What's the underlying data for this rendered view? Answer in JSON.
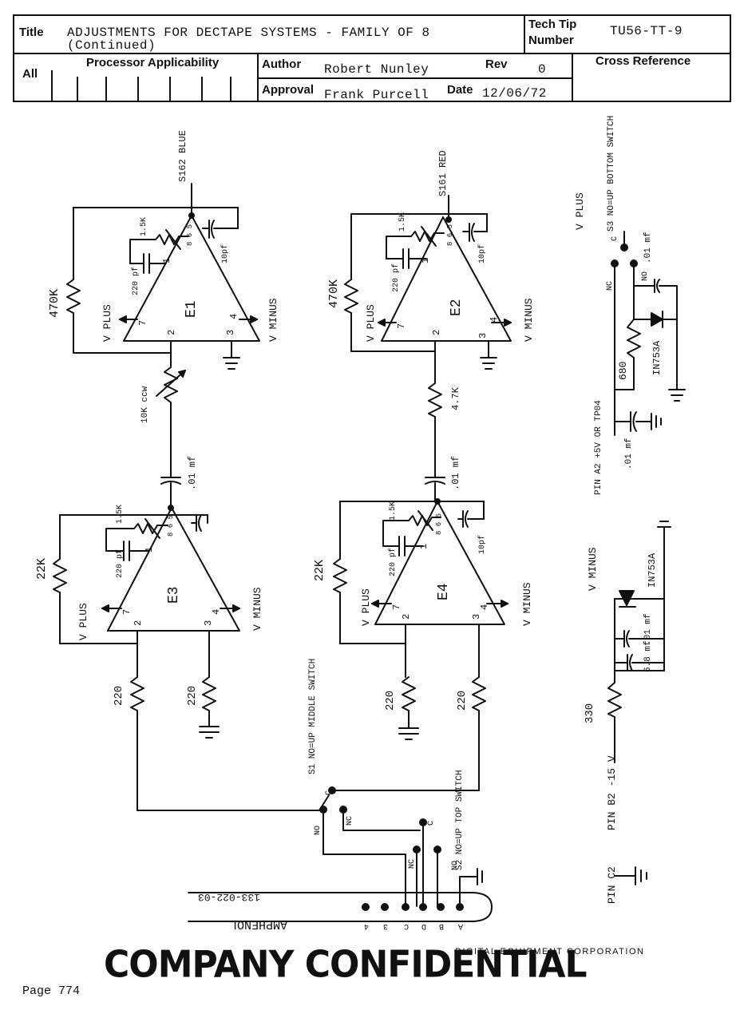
{
  "header": {
    "title_label": "Title",
    "title_line1": "ADJUSTMENTS FOR DECTAPE SYSTEMS - FAMILY OF 8",
    "title_line2": "(Continued)",
    "tech_tip_label1": "Tech Tip",
    "tech_tip_label2": "Number",
    "tech_tip_number": "TU56-TT-9",
    "all_label": "All",
    "processor_label": "Processor Applicability",
    "author_label": "Author",
    "author_value": "Robert Nunley",
    "rev_label": "Rev",
    "rev_value": "0",
    "approval_label": "Approval",
    "approval_value": "Frank Purcell",
    "date_label": "Date",
    "date_value": "12/06/72",
    "cross_ref_label": "Cross Reference"
  },
  "schematic": {
    "e1": {
      "name": "E1",
      "in_left": "7",
      "in_mid": "2",
      "in_right": "3",
      "out_right": "4",
      "top_pins": "1",
      "pin_top": "8 6 5",
      "out_label": "S162 BLUE",
      "feedback": "470K",
      "pot": "1.5K",
      "cap1": "220 pf",
      "cap2": "10pf",
      "left_rail": "V PLUS",
      "right_rail": "V MINUS"
    },
    "e2": {
      "name": "E2",
      "in_left": "7",
      "in_mid": "2",
      "in_right": "3",
      "out_right": "4",
      "top_pins": "1",
      "pin_top": "8 6 5",
      "out_label": "S161 RED",
      "feedback": "470K",
      "pot": "1.5K",
      "cap1": "220 pf",
      "cap2": "10pf",
      "left_rail": "V PLUS",
      "right_rail": "V MINUS"
    },
    "e3": {
      "name": "E3",
      "in_left": "7",
      "in_mid": "2",
      "in_right": "3",
      "out_right": "4",
      "top_pins": "1",
      "pin_top": "8 6 5",
      "feedback": "22K",
      "pot": "1.5K",
      "cap1": "220 pf",
      "left_rail": "V PLUS",
      "right_rail": "V MINUS"
    },
    "e4": {
      "name": "E4",
      "in_left": "7",
      "in_mid": "2",
      "in_right": "3",
      "out_right": "4",
      "top_pins": "1",
      "pin_top": "8 6 5",
      "feedback": "22K",
      "pot": "1.5K",
      "cap1": "220 pf",
      "cap2": "10pf",
      "left_rail": "V PLUS",
      "right_rail": "V MINUS"
    },
    "r_10k": "10K ccw",
    "r_47k": "4.7K",
    "c_01_left": ".01 mf",
    "c_01_right": ".01 mf",
    "r220_a": "220",
    "r220_b": "220",
    "r220_c": "220",
    "r220_d": "220",
    "s1": "S1 NO=UP MIDDLE SWITCH",
    "s2": "S2 NO=UP TOP SWITCH",
    "s3": "S3 NO=UP BOTTOM SWITCH",
    "s3_cap": ".01 mf",
    "nc": "NC",
    "no": "NO",
    "c": "C",
    "vplus_right": "V PLUS",
    "r_680": "680",
    "diode1": "IN753A",
    "pin_a2": "PIN A2 +5V OR TP04",
    "cap_a2": ".01 mf",
    "vminus_right": "V MINUS",
    "diode2": "IN753A",
    "cap_b1": ".01 mf",
    "cap_b2": "6.8 mf",
    "r_330": "330",
    "pin_b2": "PIN B2 -15 V",
    "pin_c2": "PIN C2",
    "amphenol": "AMPHENOL",
    "amphenol_pn": "133-022-03",
    "connector_pins": [
      "4",
      "3",
      "C",
      "D",
      "B",
      "A"
    ]
  },
  "footer": {
    "stamp": "COMPANY CONFIDENTIAL",
    "company": "DIGITAL EQUIPMENT CORPORATION",
    "page": "Page 774"
  }
}
